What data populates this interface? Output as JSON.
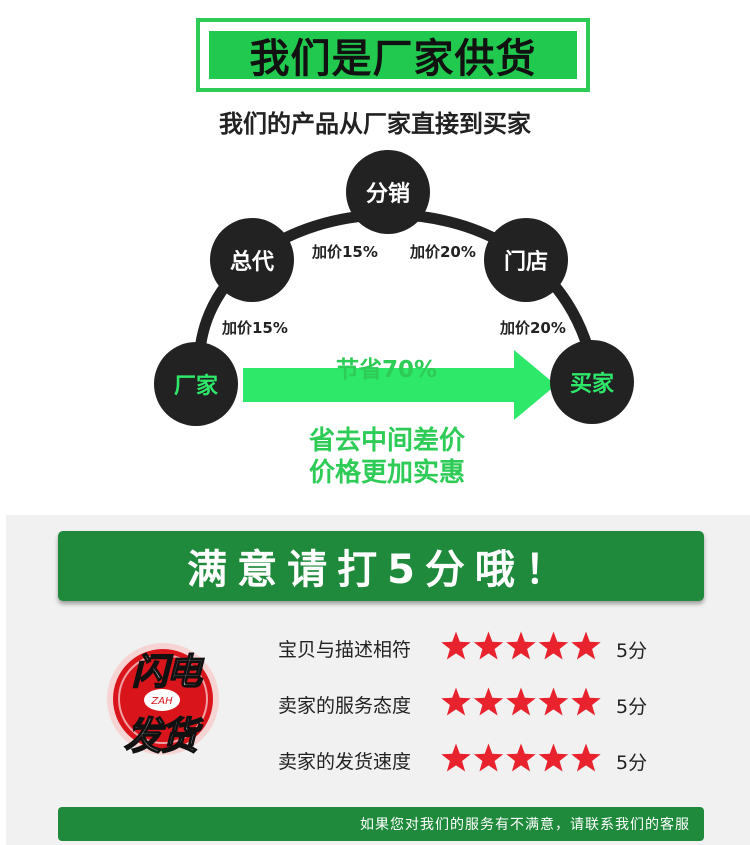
{
  "header": {
    "title": "我们是厂家供货",
    "subtitle": "我们的产品从厂家直接到买家"
  },
  "diagram": {
    "nodes": {
      "factory": "厂家",
      "general_agent": "总代",
      "distribution": "分销",
      "store": "门店",
      "buyer": "买家"
    },
    "markups": {
      "factory_to_agent": "加价15%",
      "agent_to_distribution": "加价15%",
      "distribution_to_store": "加价20%",
      "store_to_buyer": "加价20%"
    },
    "savings": "节省70%",
    "cut_line1": "省去中间差价",
    "cut_line2": "价格更加实惠"
  },
  "rating": {
    "banner": "满意请打5分哦！",
    "rows": [
      {
        "label": "宝贝与描述相符",
        "score": "5分",
        "stars": 5
      },
      {
        "label": "卖家的服务态度",
        "score": "5分",
        "stars": 5
      },
      {
        "label": "卖家的发货速度",
        "score": "5分",
        "stars": 5
      }
    ],
    "footer": "如果您对我们的服务有不满意，请联系我们的客服"
  },
  "badge": {
    "lettering": "闪电发货",
    "small_text": "ZAH"
  },
  "colors": {
    "green_bright": "#22c94f",
    "green_dark": "#1f8a3c",
    "node_dark": "#222222",
    "star_red": "#e8232e",
    "badge_red": "#d9141b"
  }
}
